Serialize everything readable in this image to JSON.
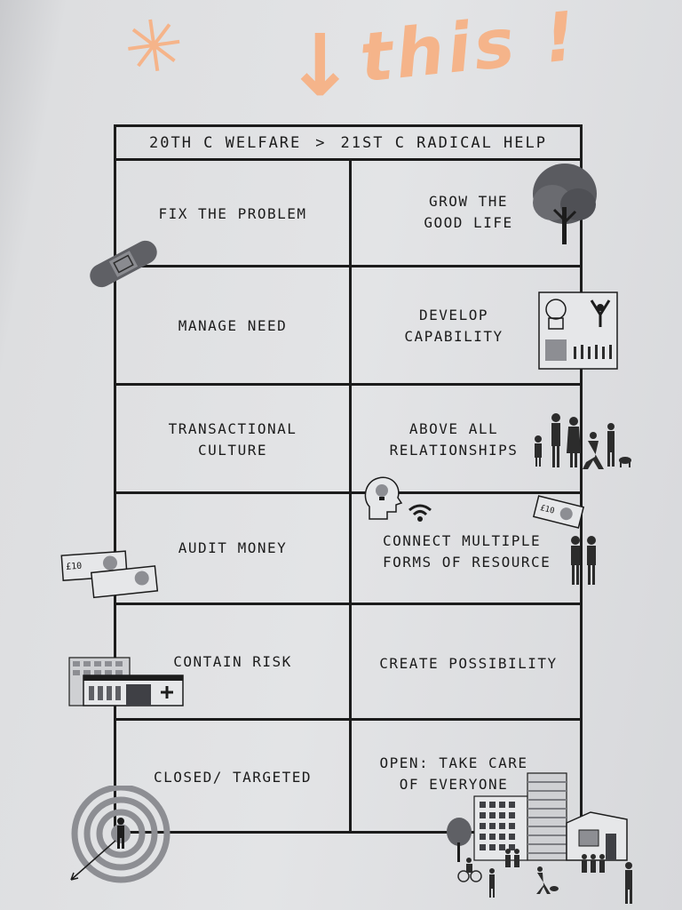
{
  "annotation": {
    "star": "✳",
    "arrow": "↓",
    "text": "this !"
  },
  "table": {
    "header": {
      "left": "20TH C WELFARE",
      "separator": ">",
      "right": "21ST C RADICAL HELP"
    },
    "rows": [
      {
        "left": "FIX THE PROBLEM",
        "right": "GROW THE\nGOOD LIFE"
      },
      {
        "left": "MANAGE NEED",
        "right": "DEVELOP\nCAPABILITY"
      },
      {
        "left": "TRANSACTIONAL\nCULTURE",
        "right": "ABOVE ALL\nRELATIONSHIPS"
      },
      {
        "left": "AUDIT MONEY",
        "right": "CONNECT MULTIPLE\nFORMS OF RESOURCE"
      },
      {
        "left": "CONTAIN RISK",
        "right": "CREATE POSSIBILITY"
      },
      {
        "left": "CLOSED/ TARGETED",
        "right": "OPEN: TAKE CARE\nOF EVERYONE"
      }
    ]
  },
  "illustrations": {
    "money_note": "£10"
  }
}
